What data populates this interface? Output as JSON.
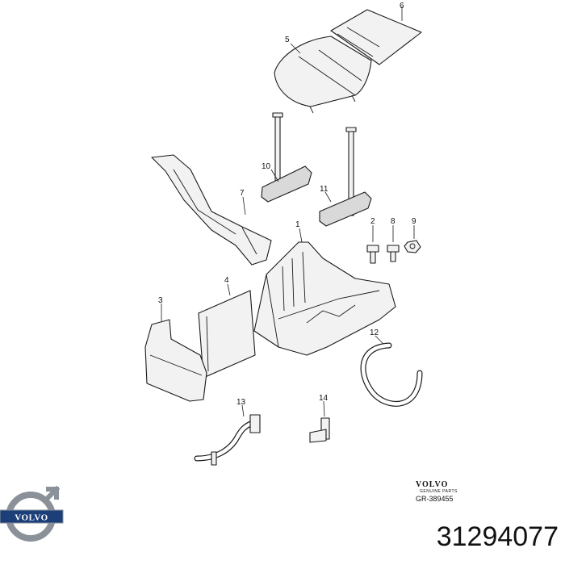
{
  "callouts": [
    "1",
    "2",
    "3",
    "4",
    "5",
    "6",
    "7",
    "8",
    "9",
    "10",
    "11",
    "12",
    "13",
    "14"
  ],
  "stamp": {
    "brand": "VOLVO",
    "sub": "GENUINE PARTS",
    "ref": "GR-389455"
  },
  "logo_text": "VOLVO",
  "part_number": "31294077",
  "colors": {
    "line": "#1a1a1a",
    "logo_blue": "#1c3f7a",
    "logo_steel": "#8a9198"
  }
}
